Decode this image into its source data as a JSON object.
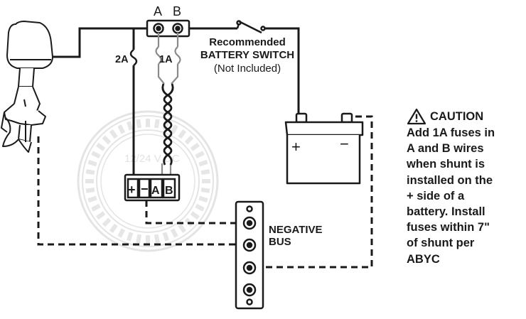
{
  "terminals": {
    "a": "A",
    "b": "B"
  },
  "fuses": {
    "main": "2A",
    "sense": "1A"
  },
  "battery_switch": {
    "line1": "Recommended",
    "line2": "BATTERY SWITCH",
    "line3": "(Not Included)"
  },
  "gauge": {
    "watermark": "12/24 V DC",
    "connector_labels": [
      "+",
      "−",
      "A",
      "B"
    ]
  },
  "battery": {
    "plus": "+",
    "minus": "−"
  },
  "negative_bus": {
    "line1": "NEGATIVE",
    "line2": "BUS"
  },
  "caution": {
    "title": "CAUTION",
    "lines": [
      "Add 1A fuses in",
      "A and B wires",
      "when shunt is",
      "installed on the",
      "+ side of a",
      "battery. Install",
      "fuses within 7\"",
      "of shunt per",
      "ABYC"
    ]
  },
  "icons": [
    "warning-triangle-icon",
    "outboard-motor-icon",
    "battery-icon",
    "fuse-icon",
    "switch-icon"
  ]
}
